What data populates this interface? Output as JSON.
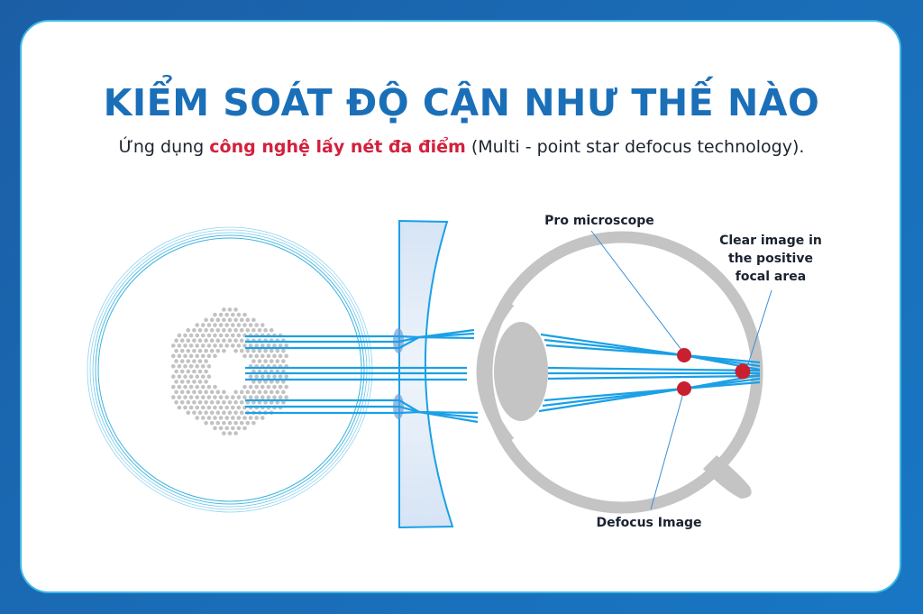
{
  "title": "KIỂM SOÁT ĐỘ CẬN NHƯ THẾ NÀO",
  "subtitle": {
    "prefix": "Ứng dụng ",
    "highlight": "công nghệ lấy nét đa điểm",
    "suffix": " (Multi - point star defocus technology)."
  },
  "labels": {
    "pro_microscope": "Pro  microscope",
    "clear_image": [
      "Clear image in",
      "the positive",
      "focal area"
    ],
    "defocus_image": "Defocus Image"
  },
  "colors": {
    "title": "#1a6fb8",
    "highlight": "#d3203c",
    "ray": "#1aa0e6",
    "eye": "#c4c4c4",
    "focus_dot": "#c8202e"
  }
}
